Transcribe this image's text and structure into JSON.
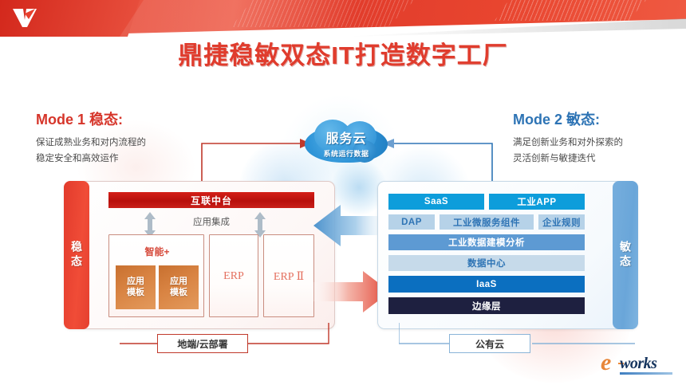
{
  "header": {
    "logo_icon": "dj-swoosh-logo-icon",
    "brand_color": "#e03c2d"
  },
  "title": "鼎捷稳敏双态IT打造数字工厂",
  "mode1": {
    "heading": "Mode 1 稳态:",
    "desc_line1": "保证成熟业务和对内流程的",
    "desc_line2": "稳定安全和高效运作",
    "color": "#d6352a"
  },
  "mode2": {
    "heading": "Mode 2 敏态:",
    "desc_line1": "满足创新业务和对外探索的",
    "desc_line2": "灵活创新与敏捷迭代",
    "color": "#2e74b5"
  },
  "cloud": {
    "main": "服务云",
    "sub": "系统运行数据",
    "color": "#2f95d8"
  },
  "left_panel": {
    "side_tab": "稳态",
    "mid_platform": "互联中台",
    "integration": "应用集成",
    "smart": {
      "title": "智能+",
      "tiles": [
        "应用\n模板",
        "应用\n模板"
      ],
      "tile_line1": "应用",
      "tile_line2": "模板"
    },
    "erp": "ERP",
    "erp2": "ERP Ⅱ",
    "footer": "地端/云部署",
    "accent": "#c0392b"
  },
  "right_panel": {
    "side_tab": "敏态",
    "layers": [
      {
        "label": "SaaS",
        "bg": "#0d9ddb",
        "fg": "#ffffff"
      },
      {
        "label": "工业APP",
        "bg": "#0d9ddb",
        "fg": "#ffffff"
      },
      {
        "label": "DAP",
        "bg": "#b6d2e8",
        "fg": "#2e74b5"
      },
      {
        "label": "工业微服务组件",
        "bg": "#b6d2e8",
        "fg": "#2e74b5"
      },
      {
        "label": "企业规则",
        "bg": "#b6d2e8",
        "fg": "#2e74b5"
      },
      {
        "label": "工业数据建模分析",
        "bg": "#5d9ad3",
        "fg": "#ffffff"
      },
      {
        "label": "数据中心",
        "bg": "#c6daea",
        "fg": "#2e74b5"
      },
      {
        "label": "IaaS",
        "bg": "#0b6fc0",
        "fg": "#ffffff"
      },
      {
        "label": "边缘层",
        "bg": "#1e2040",
        "fg": "#ffffff"
      }
    ],
    "footer": "公有云",
    "accent": "#8ab4d8"
  },
  "arrows": {
    "left_arrow_icon": "big-left-arrow-icon",
    "right_arrow_icon": "big-right-arrow-icon",
    "up_arrow_icon": "double-up-arrow-icon",
    "red_flow_icon": "red-flow-arrow-icon",
    "blue_flow_icon": "blue-flow-arrow-icon"
  },
  "watermark": {
    "e": "e",
    "works": "works"
  }
}
